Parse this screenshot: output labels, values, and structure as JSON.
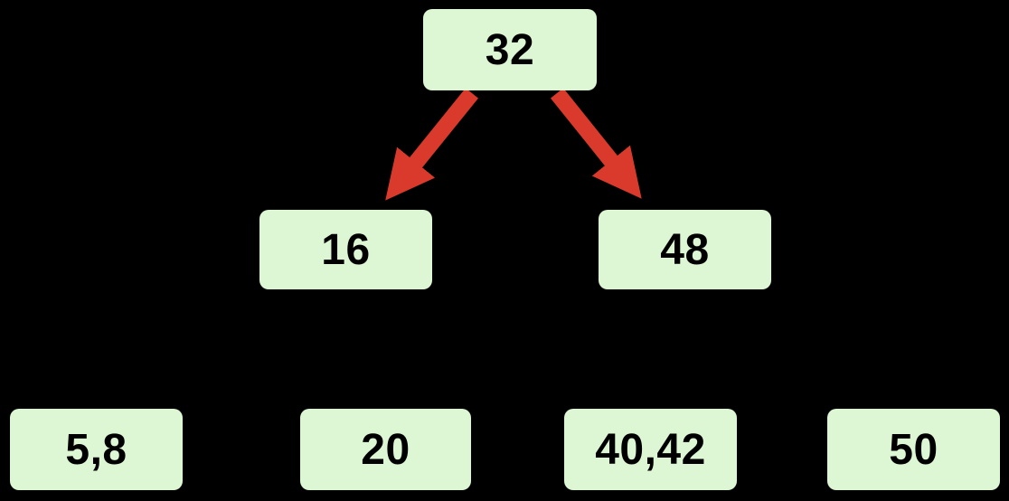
{
  "diagram": {
    "type": "tree",
    "description": "B-tree style search tree",
    "colors": {
      "background": "#000000",
      "node_fill": "#ddf6d3",
      "node_text": "#000000",
      "arrow": "#d93a2b"
    },
    "root": {
      "label": "32"
    },
    "internal_nodes": [
      {
        "label": "16"
      },
      {
        "label": "48"
      }
    ],
    "leaves": [
      {
        "label": "5,8"
      },
      {
        "label": "20"
      },
      {
        "label": "40,42"
      },
      {
        "label": "50"
      }
    ],
    "edges": [
      {
        "from": "32",
        "to": "16",
        "style": "red-arrow"
      },
      {
        "from": "32",
        "to": "48",
        "style": "red-arrow"
      }
    ]
  }
}
